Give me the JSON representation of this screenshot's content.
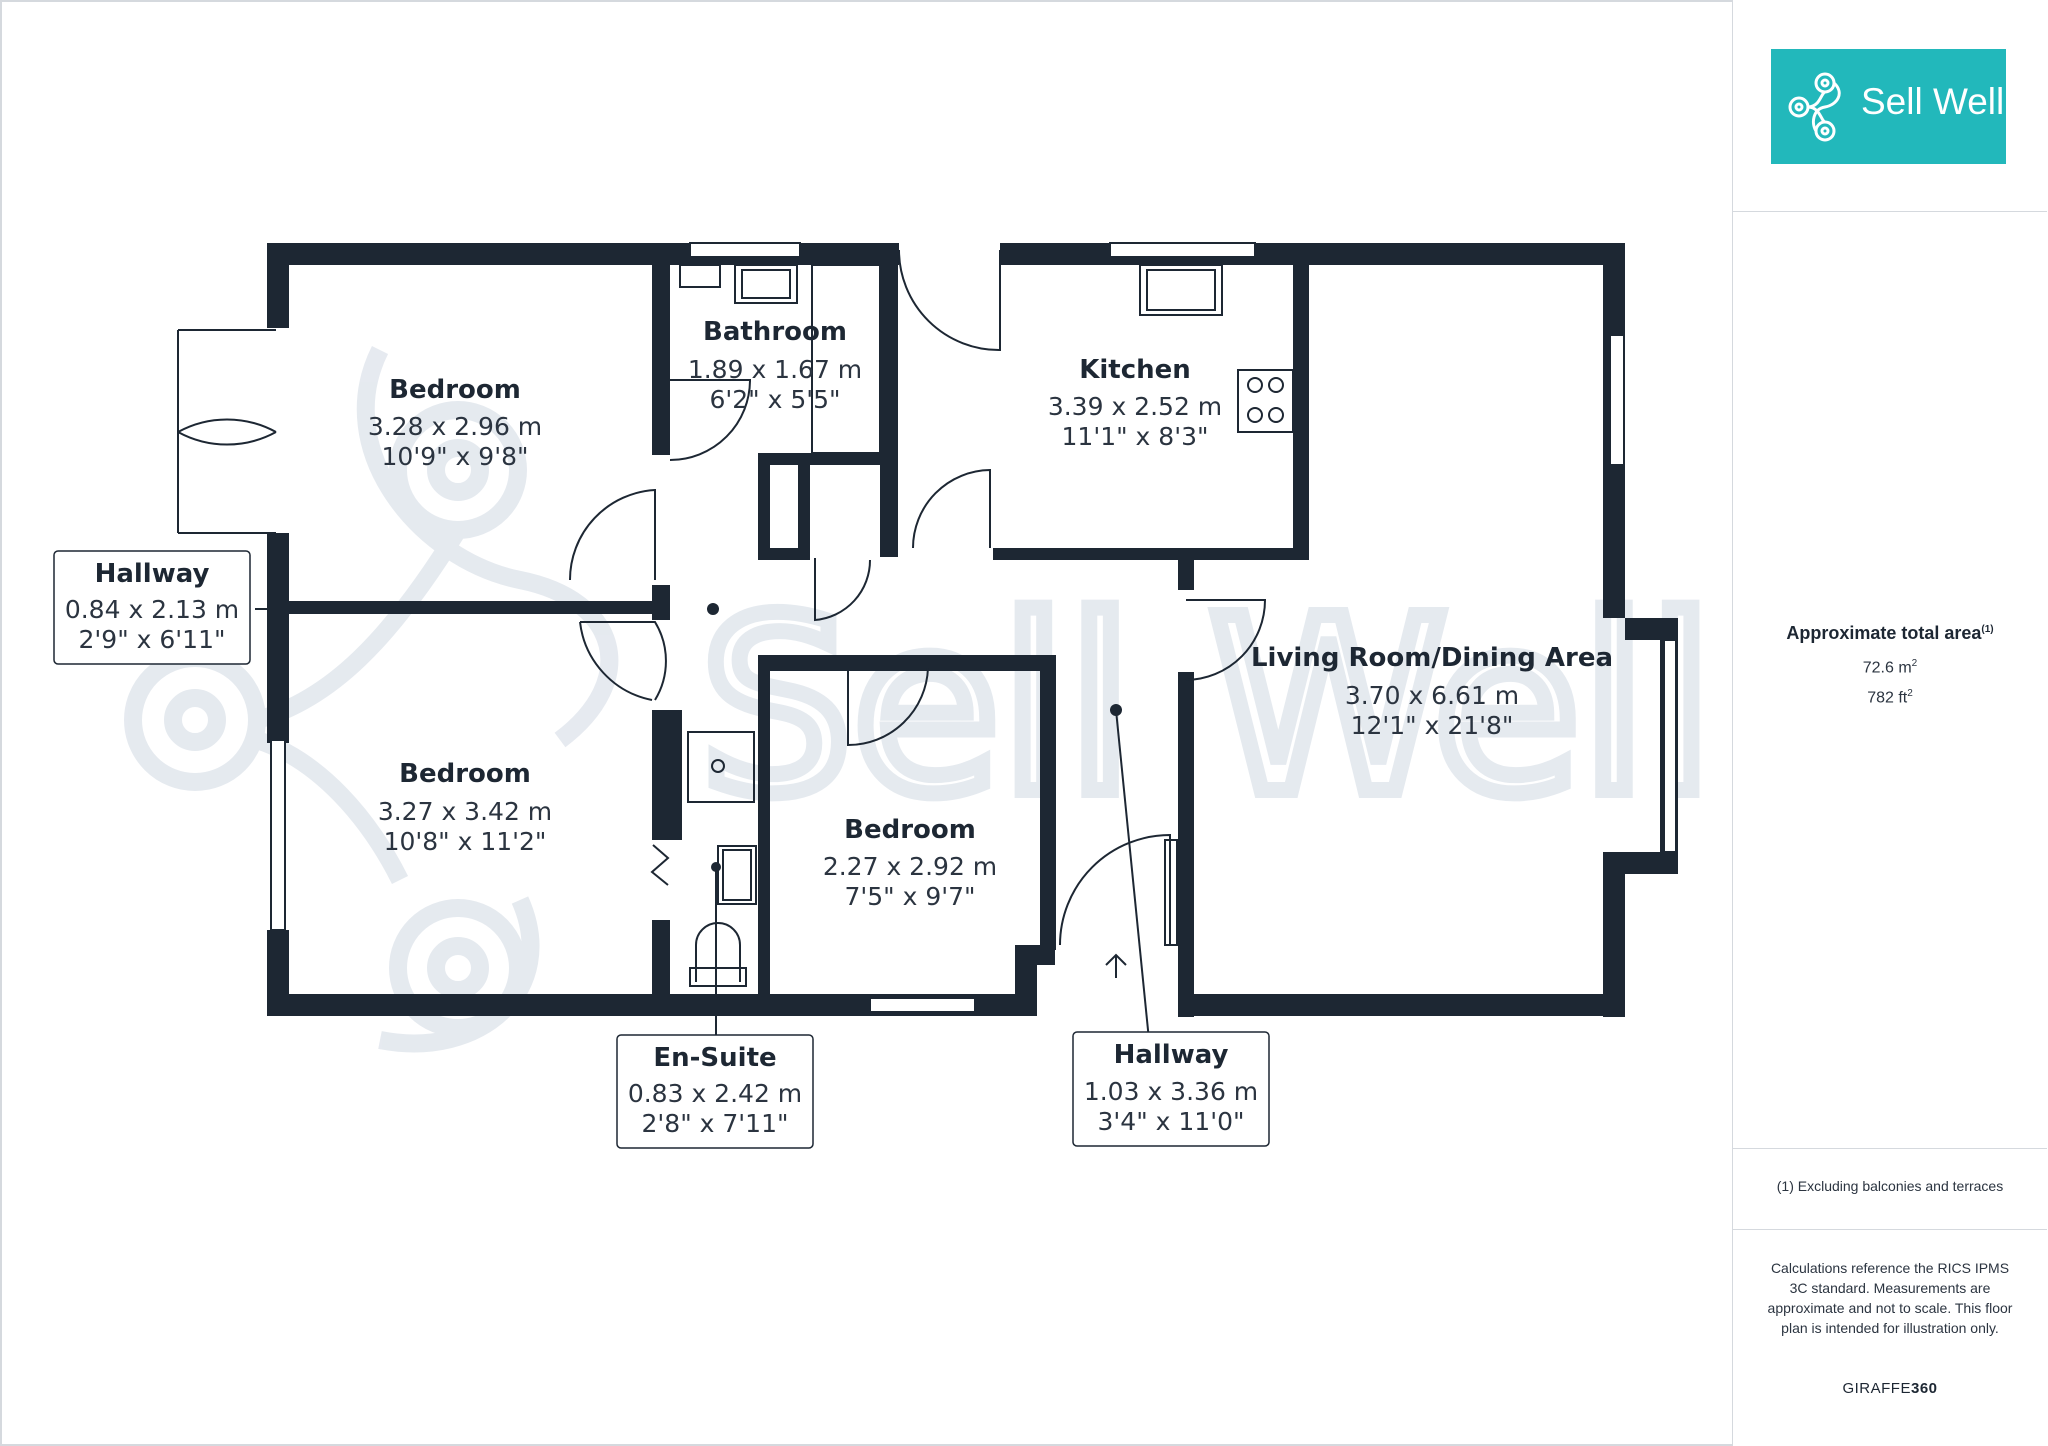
{
  "rooms": {
    "bedroom1": {
      "name": "Bedroom",
      "metric": "3.28 x 2.96 m",
      "imperial": "10'9\" x 9'8\""
    },
    "bathroom": {
      "name": "Bathroom",
      "metric": "1.89 x 1.67 m",
      "imperial": "6'2\" x 5'5\""
    },
    "kitchen": {
      "name": "Kitchen",
      "metric": "3.39 x 2.52 m",
      "imperial": "11'1\" x 8'3\""
    },
    "hallway_small": {
      "name": "Hallway",
      "metric": "0.84 x 2.13 m",
      "imperial": "2'9\" x 6'11\""
    },
    "living": {
      "name": "Living Room/Dining Area",
      "metric": "3.70 x 6.61 m",
      "imperial": "12'1\" x 21'8\""
    },
    "bedroom2": {
      "name": "Bedroom",
      "metric": "3.27 x 3.42 m",
      "imperial": "10'8\" x 11'2\""
    },
    "bedroom3": {
      "name": "Bedroom",
      "metric": "2.27 x 2.92 m",
      "imperial": "7'5\" x 9'7\""
    },
    "ensuite": {
      "name": "En-Suite",
      "metric": "0.83 x 2.42 m",
      "imperial": "2'8\" x 7'11\""
    },
    "hallway_main": {
      "name": "Hallway",
      "metric": "1.03 x 3.36 m",
      "imperial": "3'4\" x 11'0\""
    }
  },
  "watermark": "Sell Well",
  "panel": {
    "logo_text": "Sell Well",
    "area_title": "Approximate total area",
    "area_title_sup": "(1)",
    "area_m2": "72.6 m",
    "area_m2_sup": "2",
    "area_ft2": "782 ft",
    "area_ft2_sup": "2",
    "footnote": "(1) Excluding balconies and terraces",
    "calc_note": "Calculations reference the RICS IPMS 3C standard. Measurements are approximate and not to scale. This floor plan is intended for illustration only.",
    "brand_prefix": "GIRAFFE",
    "brand_suffix": "360"
  },
  "colors": {
    "wall": "#1d2733",
    "logo_bg": "#22b8bb",
    "watermark": "#e3e8ee"
  }
}
